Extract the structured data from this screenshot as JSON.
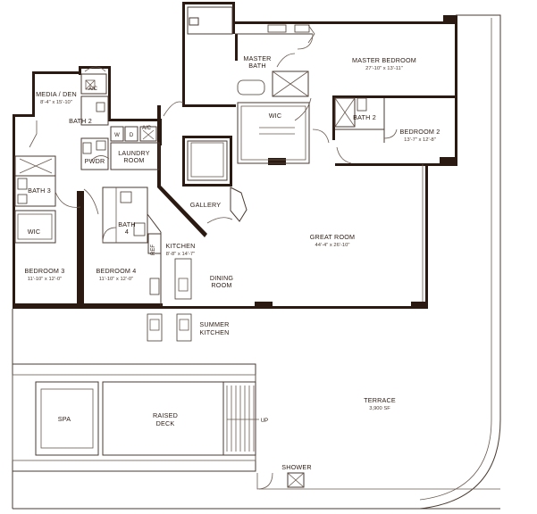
{
  "rooms": {
    "master_bedroom": {
      "name": "MASTER BEDROOM",
      "dims": "27'-10\" x 13'-11\""
    },
    "master_bath": {
      "name_line1": "MASTER",
      "name_line2": "BATH"
    },
    "wic_master": {
      "name": "WIC"
    },
    "bath2_right": {
      "name": "BATH 2"
    },
    "bedroom2": {
      "name": "BEDROOM 2",
      "dims": "13'-7\" x 12'-8\""
    },
    "media_den": {
      "name": "MEDIA / DEN",
      "dims": "8'-4\" x 15'-10\""
    },
    "ac_top": {
      "name": "A/C"
    },
    "bath2_left": {
      "name": "BATH 2"
    },
    "w": {
      "name": "W"
    },
    "d": {
      "name": "D"
    },
    "ac_laundry": {
      "name": "A/C"
    },
    "laundry": {
      "name_line1": "LAUNDRY",
      "name_line2": "ROOM"
    },
    "pwdr": {
      "name": "PWDR"
    },
    "bath3": {
      "name": "BATH 3"
    },
    "wic_left": {
      "name": "WIC"
    },
    "bath4": {
      "name_line1": "BATH",
      "name_line2": "4"
    },
    "gallery": {
      "name": "GALLERY"
    },
    "great_room": {
      "name": "GREAT ROOM",
      "dims": "44'-4\" x 26'-10\""
    },
    "kitchen": {
      "name": "KITCHEN",
      "dims": "8'-8\" x 14'-7\""
    },
    "ref": {
      "name": "REF"
    },
    "dining": {
      "name_line1": "DINING",
      "name_line2": "ROOM"
    },
    "bedroom3": {
      "name": "BEDROOM 3",
      "dims": "11'-10\" x 12'-0\""
    },
    "bedroom4": {
      "name": "BEDROOM 4",
      "dims": "11'-10\" x 12'-0\""
    },
    "summer_kitchen": {
      "name_line1": "SUMMER",
      "name_line2": "KITCHEN"
    },
    "terrace": {
      "name": "TERRACE",
      "dims": "3,900 SF"
    },
    "spa": {
      "name": "SPA"
    },
    "raised_deck": {
      "name_line1": "RAISED",
      "name_line2": "DECK"
    },
    "stairs": {
      "name": "UP"
    },
    "shower": {
      "name": "SHOWER"
    }
  },
  "colors": {
    "wall": "#2b1a12",
    "line": "#4a3a30"
  }
}
